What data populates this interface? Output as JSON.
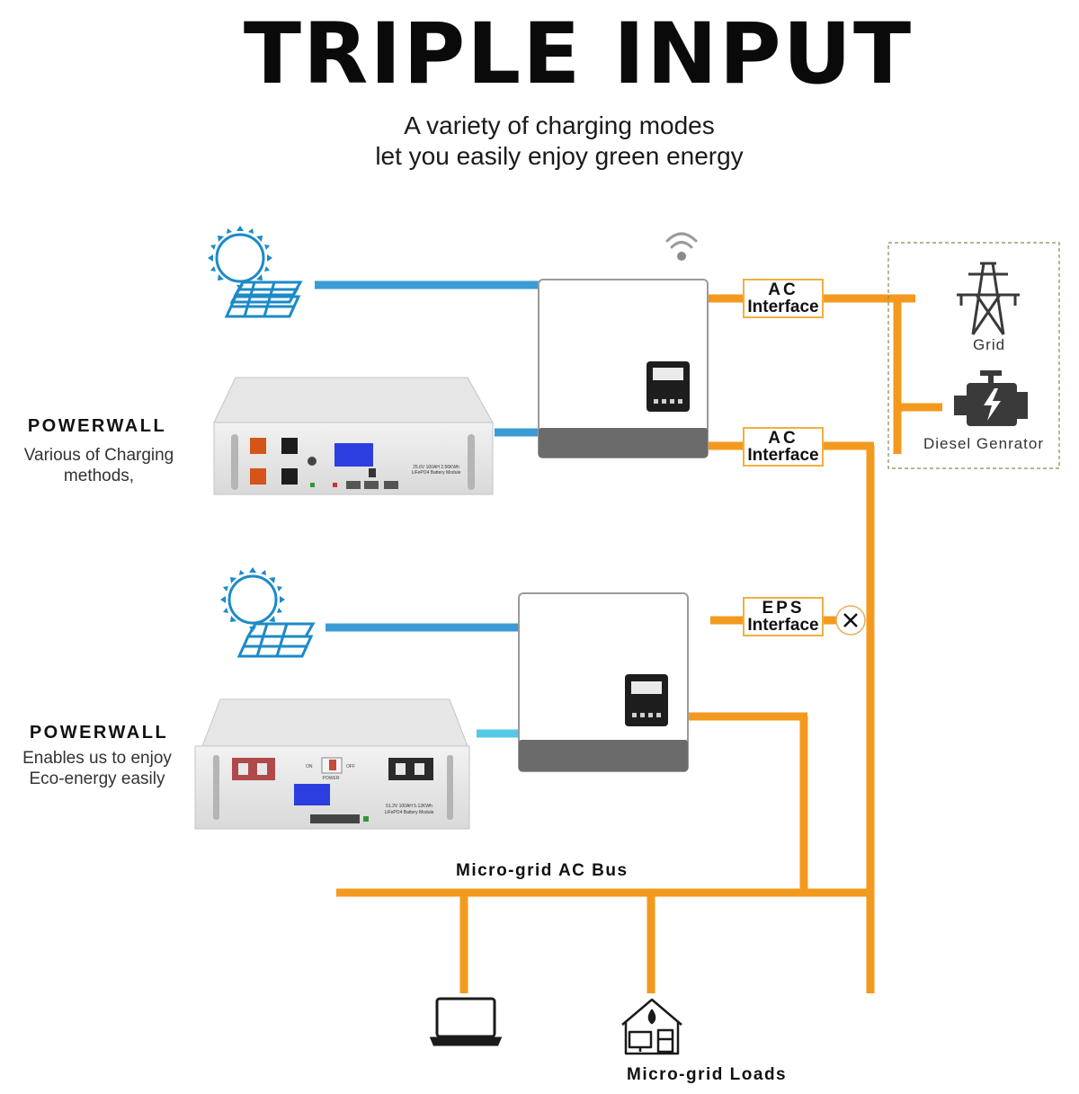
{
  "header": {
    "title": "TRIPLE INPUT",
    "subtitle_line1": "A variety of charging modes",
    "subtitle_line2": "let you easily enjoy green energy"
  },
  "powerwall_top": {
    "title": "POWERWALL",
    "desc_line1": "Various of Charging",
    "desc_line2": "methods,",
    "module_label_line1": "25.6V 100AH 2.56KWh",
    "module_label_line2": "LiFePO4 Battery Module"
  },
  "powerwall_bottom": {
    "title": "POWERWALL",
    "desc_line1": "Enables us to enjoy",
    "desc_line2": "Eco-energy easily",
    "module_label_line1": "51.2V 100AH 5.12KWh",
    "module_label_line2": "LiFePO4 Battery Module",
    "switch_on": "ON",
    "switch_off": "OFF",
    "power_label": "POWER"
  },
  "interfaces": {
    "ac1_line1": "AC",
    "ac1_line2": "Interface",
    "ac2_line1": "AC",
    "ac2_line2": "Interface",
    "eps_line1": "EPS",
    "eps_line2": "Interface"
  },
  "sources": {
    "grid_label": "Grid",
    "generator_label": "Diesel Genrator"
  },
  "bus": {
    "ac_bus_label": "Micro-grid AC Bus",
    "loads_label": "Micro-grid Loads"
  },
  "icons": [
    "sun-icon",
    "solar-panel-icon",
    "wifi-icon",
    "pylon-icon",
    "engine-icon",
    "laptop-icon",
    "house-icon",
    "close-icon"
  ],
  "colors": {
    "ac_line": "#f39a1e",
    "solar_line": "#3b9bd4",
    "battery_line": "#55c8e8",
    "solar_icon": "#1c8ac7"
  }
}
